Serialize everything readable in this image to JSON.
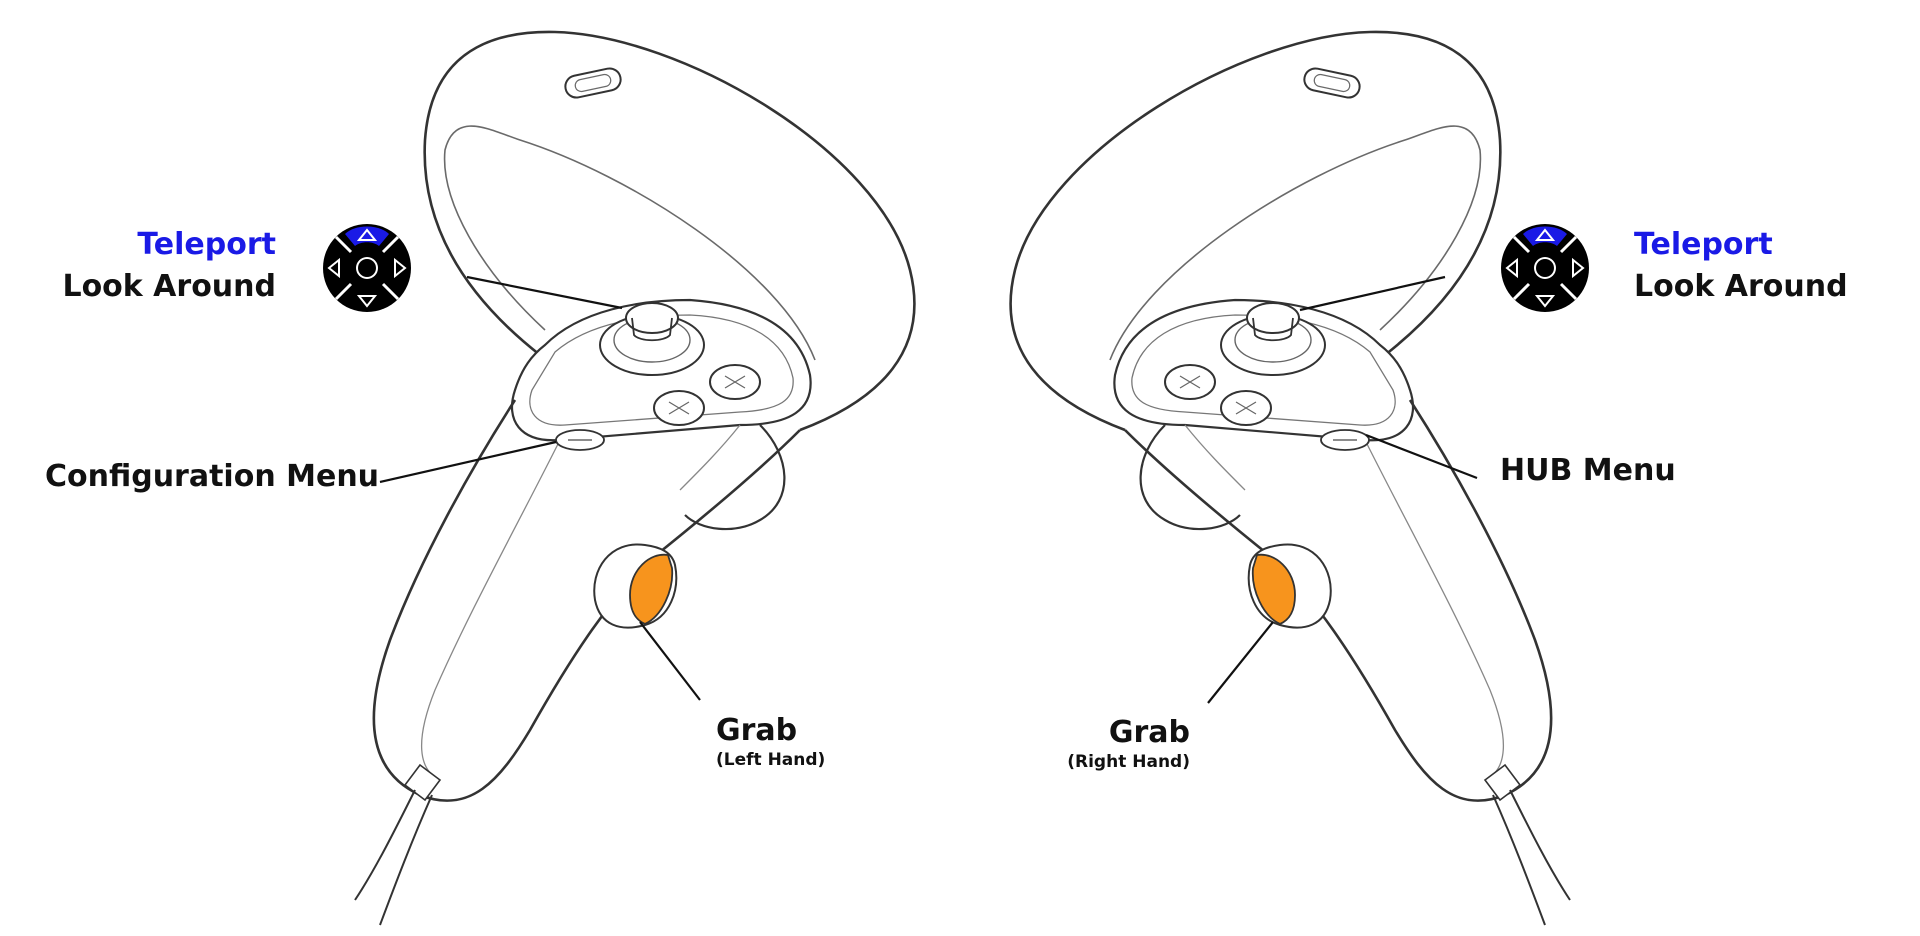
{
  "colors": {
    "outline": "#333333",
    "inner_line": "#6a6a6a",
    "teleport_blue": "#1a1ae6",
    "trigger_orange": "#f7941d",
    "dpad_black": "#000000"
  },
  "left_controller": {
    "stick_labels": {
      "primary": "Teleport",
      "secondary": "Look Around"
    },
    "menu_label": "Configuration Menu",
    "grab_label": "Grab",
    "grab_hand": "(Left Hand)",
    "dpad_icon": "dpad-up-highlighted-icon",
    "button_icons": [
      "x-button-icon",
      "y-button-icon",
      "menu-button-icon"
    ]
  },
  "right_controller": {
    "stick_labels": {
      "primary": "Teleport",
      "secondary": "Look Around"
    },
    "menu_label": "HUB Menu",
    "grab_label": "Grab",
    "grab_hand": "(Right Hand)",
    "dpad_icon": "dpad-up-highlighted-icon",
    "button_icons": [
      "a-button-icon",
      "b-button-icon",
      "oculus-button-icon"
    ]
  }
}
